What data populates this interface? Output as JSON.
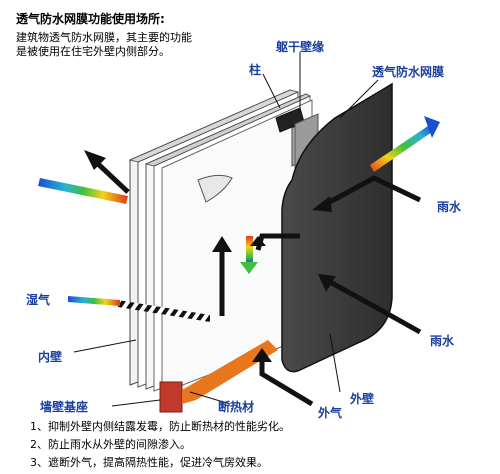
{
  "title": "透气防水网膜功能使用场所:",
  "intro": [
    "建筑物透气防水网膜，其主要的功能",
    "是被使用在住宅外壁内侧部分。"
  ],
  "labels": {
    "frame_edge": "躯干壁缘",
    "column": "柱",
    "membrane": "透气防水网膜",
    "rain_top": "雨水",
    "rain_bottom": "雨水",
    "moisture": "湿气",
    "inner_wall": "内壁",
    "outer_wall": "外壁",
    "wall_base": "墙壁基座",
    "insulation": "断热材",
    "outside_air": "外气"
  },
  "notes": [
    "1、抑制外壁内侧结露发霉，防止断热材的性能劣化。",
    "2、防止雨水从外壁的间隙渗入。",
    "3、遮断外气，提高隔热性能，促进冷气房效果。"
  ],
  "colors": {
    "label_blue": "#1a3fa0",
    "outer_panel": "#3a3a3a",
    "wall_base": "#c0392b",
    "air_flow": "#e8761c"
  }
}
